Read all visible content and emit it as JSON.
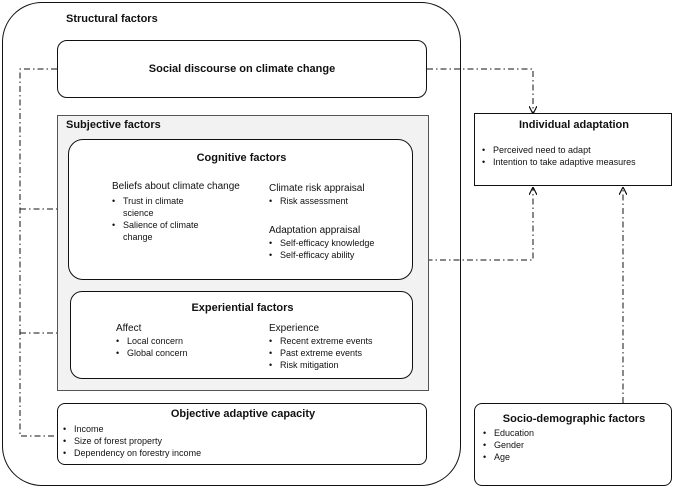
{
  "structural": {
    "title": "Structural factors"
  },
  "social_discourse": {
    "label": "Social discourse on climate change"
  },
  "subjective": {
    "title": "Subjective factors"
  },
  "cognitive": {
    "title": "Cognitive factors",
    "beliefs": {
      "heading": "Beliefs about climate change",
      "items": [
        "Trust in climate science",
        "Salience of climate change"
      ]
    },
    "risk_appraisal": {
      "heading": "Climate risk appraisal",
      "items": [
        "Risk assessment"
      ]
    },
    "adaptation_appraisal": {
      "heading": "Adaptation appraisal",
      "items": [
        "Self-efficacy knowledge",
        "Self-efficacy ability"
      ]
    }
  },
  "experiential": {
    "title": "Experiential factors",
    "affect": {
      "heading": "Affect",
      "items": [
        "Local concern",
        "Global concern"
      ]
    },
    "experience": {
      "heading": "Experience",
      "items": [
        "Recent extreme events",
        "Past extreme events",
        "Risk mitigation"
      ]
    }
  },
  "objective": {
    "title": "Objective adaptive capacity",
    "items": [
      "Income",
      "Size of forest property",
      "Dependency on forestry income"
    ]
  },
  "individual_adaptation": {
    "title": "Individual adaptation",
    "items": [
      "Perceived need to adapt",
      "Intention to take adaptive measures"
    ]
  },
  "socio_demographic": {
    "title": "Socio-demographic factors",
    "items": [
      "Education",
      "Gender",
      "Age"
    ]
  },
  "colors": {
    "stroke": "#111111",
    "subjective_fill": "#f2f2f2"
  }
}
